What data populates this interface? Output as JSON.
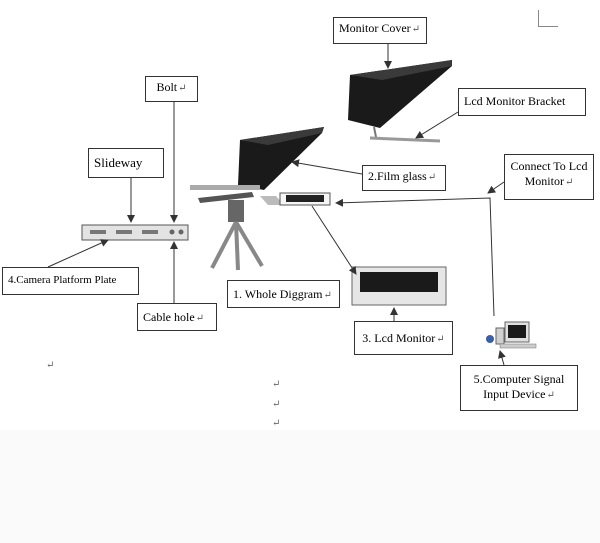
{
  "labels": {
    "monitor_cover": "Monitor Cover",
    "lcd_monitor_bracket": "Lcd Monitor Bracket",
    "bolt": "Bolt",
    "slideway": "Slideway",
    "film_glass": "2.Film glass",
    "connect_to_lcd_monitor": "Connect To Lcd Monitor",
    "camera_platform_plate": "4.Camera Platform Plate",
    "whole_diagram": "1. Whole Diggram",
    "cable_hole": "Cable hole",
    "lcd_monitor": "3. Lcd Monitor",
    "computer_signal_input_device": "5.Computer Signal Input Device"
  },
  "paragraph_mark": "↵",
  "colors": {
    "background": "#ffffff",
    "line": "#333333",
    "hood": "#1a1a1a"
  }
}
